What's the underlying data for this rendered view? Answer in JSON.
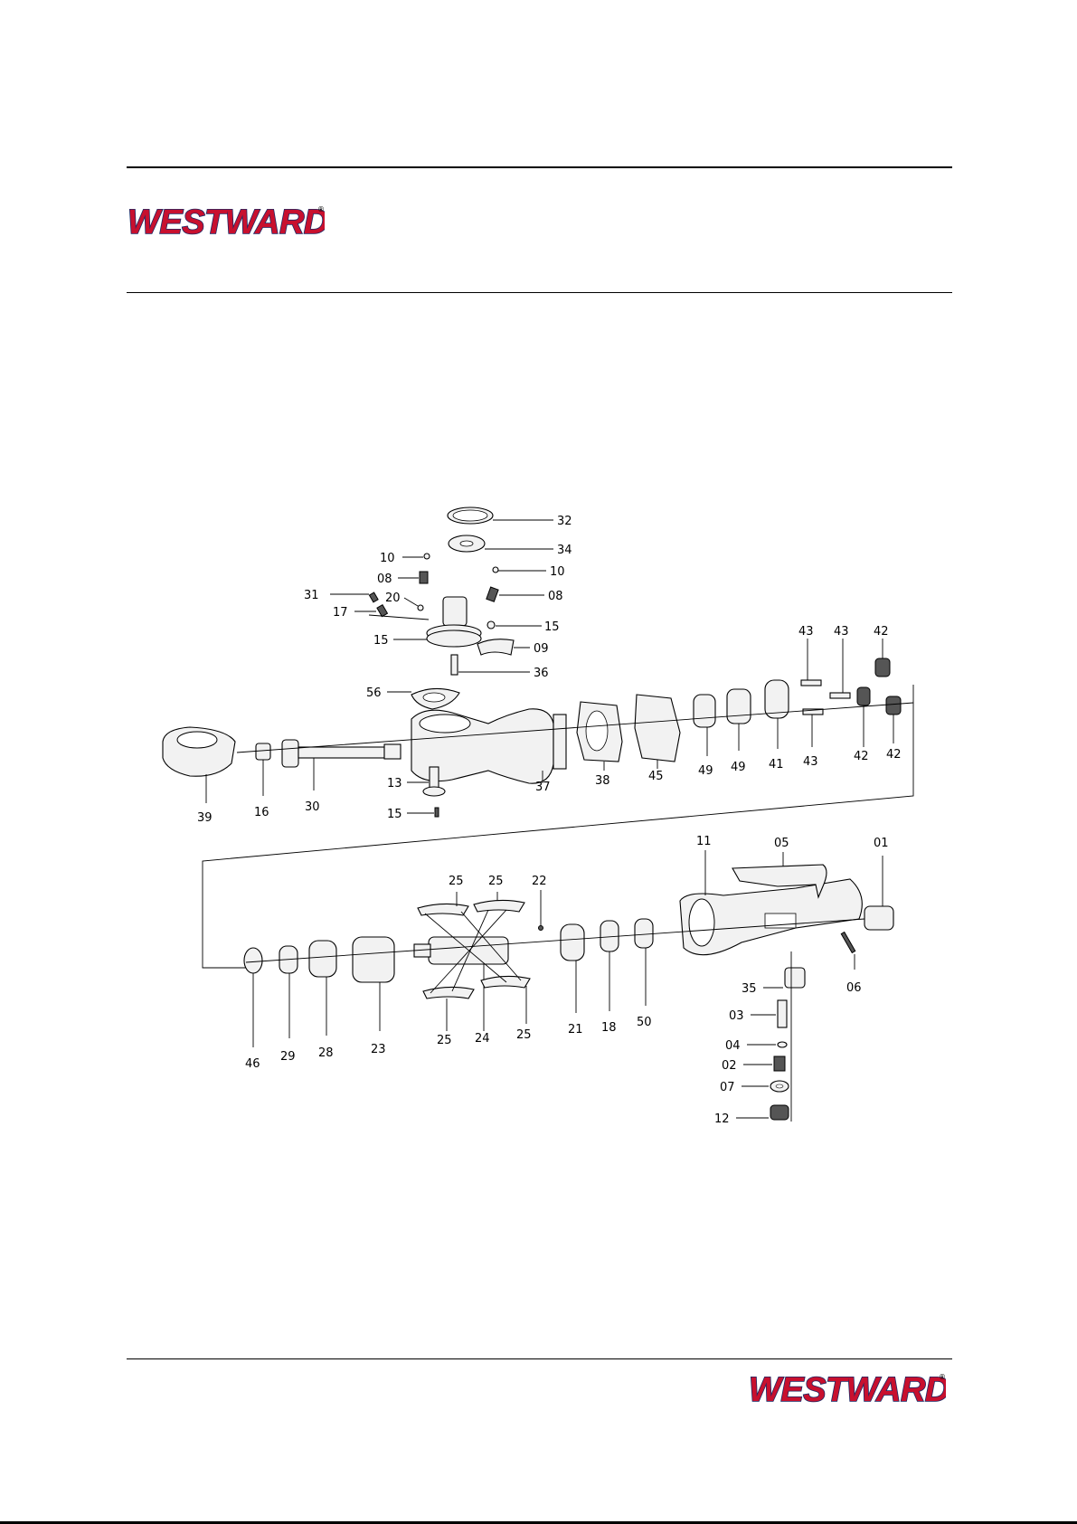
{
  "header": {
    "brand": "WESTWARD",
    "brand_color": "#c8102e",
    "brand_outline_color": "#1a2a66",
    "registered_mark": "®"
  },
  "footer": {
    "brand": "WESTWARD",
    "registered_mark": "®"
  },
  "diagram": {
    "labels": {
      "p01": "01",
      "p02": "02",
      "p03": "03",
      "p04": "04",
      "p05": "05",
      "p06": "06",
      "p07": "07",
      "p08a": "08",
      "p08b": "08",
      "p09": "09",
      "p10a": "10",
      "p10b": "10",
      "p11": "11",
      "p12": "12",
      "p13": "13",
      "p15a": "15",
      "p15b": "15",
      "p15c": "15",
      "p16": "16",
      "p17": "17",
      "p18": "18",
      "p20": "20",
      "p21": "21",
      "p22": "22",
      "p23": "23",
      "p24": "24",
      "p25a": "25",
      "p25b": "25",
      "p25c": "25",
      "p25d": "25",
      "p28": "28",
      "p29": "29",
      "p30": "30",
      "p31": "31",
      "p32": "32",
      "p34": "34",
      "p35": "35",
      "p36": "36",
      "p37": "37",
      "p38": "38",
      "p39": "39",
      "p41": "41",
      "p42a": "42",
      "p42b": "42",
      "p42c": "42",
      "p43a": "43",
      "p43b": "43",
      "p43c": "43",
      "p45": "45",
      "p46": "46",
      "p49a": "49",
      "p49b": "49",
      "p50": "50",
      "p56": "56"
    }
  }
}
